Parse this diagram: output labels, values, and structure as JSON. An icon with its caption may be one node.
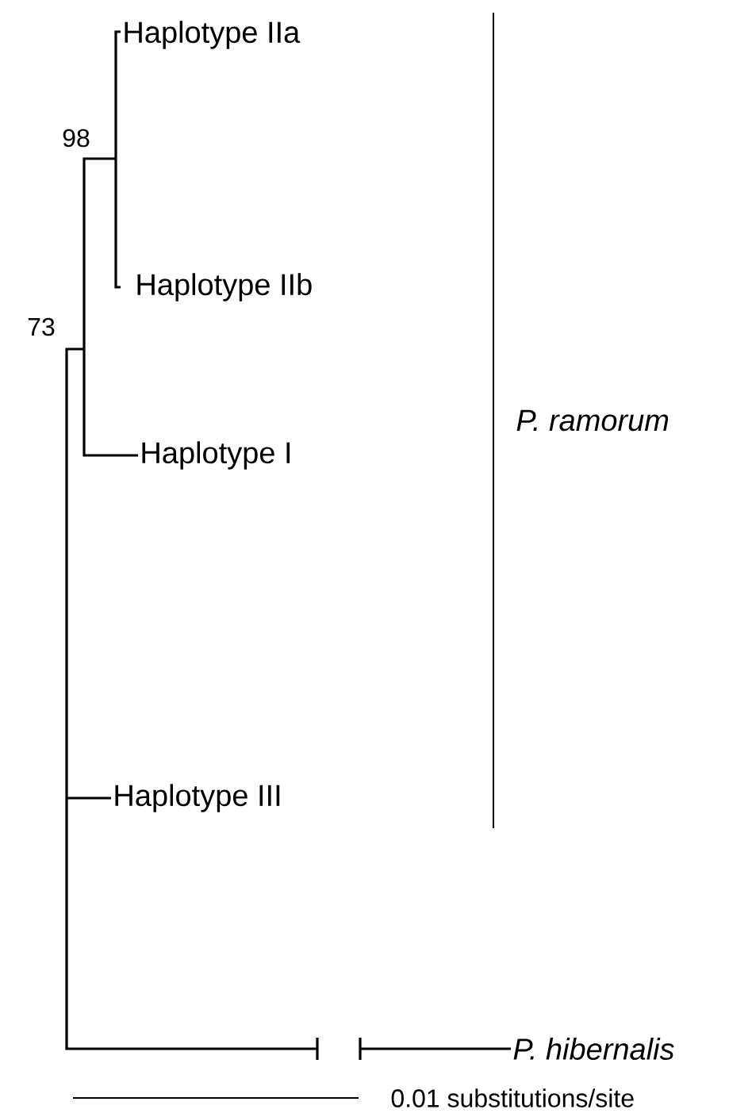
{
  "diagram": {
    "nodes": [
      {
        "text": [
          "Haplotype IIa"
        ]
      },
      {
        "text": [
          "Haplotype IIb"
        ]
      },
      {
        "text": [
          "Haplotype I"
        ]
      },
      {
        "text": [
          "Haplotype III"
        ]
      },
      {
        "text": [
          "P. hibernalis"
        ]
      }
    ],
    "labels": [
      "98",
      "73",
      "P. ramorum",
      "0.01 substitutions/site"
    ]
  }
}
